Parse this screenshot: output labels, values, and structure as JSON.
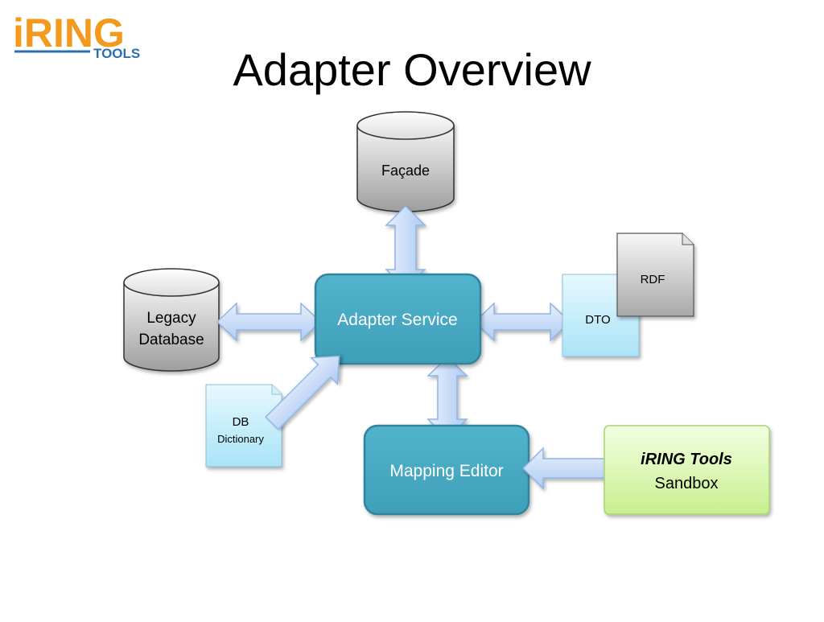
{
  "slide": {
    "title": "Adapter Overview"
  },
  "logo": {
    "main": "iRING",
    "sub": "TOOLS"
  },
  "nodes": {
    "facade": "Façade",
    "legacy_db_line1": "Legacy",
    "legacy_db_line2": "Database",
    "adapter_service": "Adapter Service",
    "rdf": "RDF",
    "dto": "DTO",
    "db_dictionary_line1": "DB",
    "db_dictionary_line2": "Dictionary",
    "mapping_editor": "Mapping Editor",
    "sandbox_line1": "iRING Tools",
    "sandbox_line2": "Sandbox"
  },
  "colors": {
    "service_fill": "#4bacc6",
    "service_stroke": "#31849b",
    "cylinder_fill_top": "#f2f2f2",
    "cylinder_fill_bottom": "#a6a6a6",
    "doc_light_blue": "#c6efff",
    "sandbox_green": "#d7f5a8",
    "arrow_fill": "#c5d9f7",
    "arrow_stroke": "#8eb4e3",
    "logo_orange": "#f39a1e",
    "logo_blue": "#2e6db4"
  }
}
